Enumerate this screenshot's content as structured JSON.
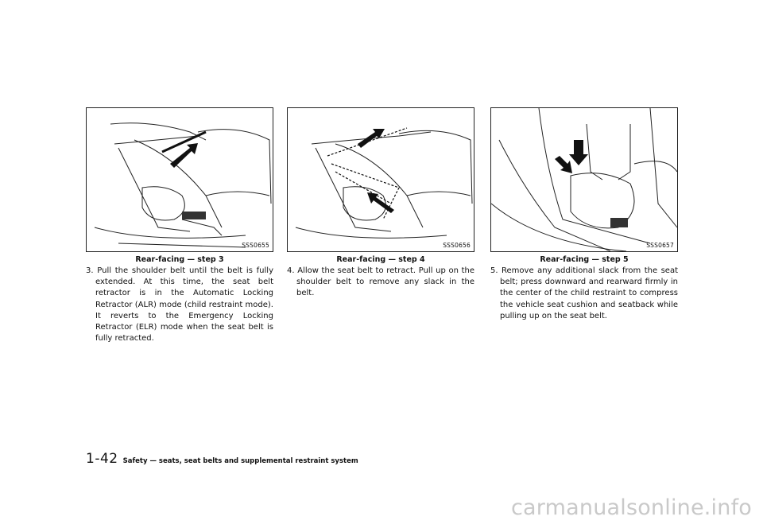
{
  "figures": [
    {
      "code": "SSS0655",
      "caption": "Rear-facing — step 3",
      "text": "3. Pull the shoulder belt until the belt is fully extended. At this time, the seat belt retractor is in the Automatic Locking Retractor (ALR) mode (child restraint mode). It reverts to the Emergency Locking Retractor (ELR) mode when the seat belt is fully retracted."
    },
    {
      "code": "SSS0656",
      "caption": "Rear-facing — step 4",
      "text": "4. Allow the seat belt to retract. Pull up on the shoulder belt to remove any slack in the belt."
    },
    {
      "code": "SSS0657",
      "caption": "Rear-facing — step 5",
      "text": "5. Remove any additional slack from the seat belt; press downward and rearward firmly in the center of the child restraint to compress the vehicle seat cushion and seatback while pulling up on the seat belt."
    }
  ],
  "footer": {
    "page_number": "1-42",
    "title": "Safety — seats, seat belts and supplemental restraint system"
  },
  "watermark": "carmanualsonline.info"
}
